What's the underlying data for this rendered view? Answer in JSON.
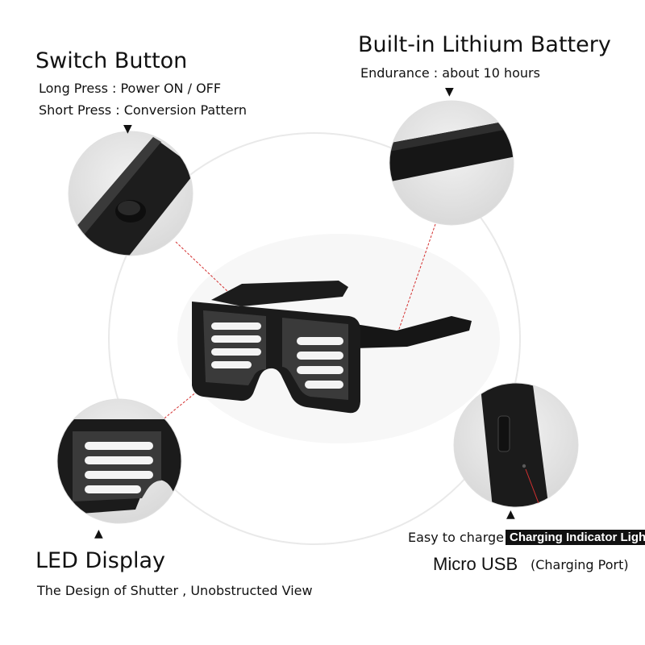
{
  "switch_button": {
    "title": "Switch Button",
    "long_press": "Long Press :  Power ON / OFF",
    "short_press": "Short Press :  Conversion Pattern"
  },
  "battery": {
    "title": "Built-in Lithium Battery",
    "endurance": "Endurance :  about 10 hours"
  },
  "led_display": {
    "title": "LED Display",
    "description": "The Design of Shutter , Unobstructed View"
  },
  "charging": {
    "easy_to_charge": "Easy to charge",
    "indicator_badge": "Charging Indicator Light",
    "micro_usb": "Micro USB",
    "charging_port": "(Charging Port)"
  },
  "markers": {
    "down": "▼",
    "up": "▲"
  },
  "colors": {
    "frame": "#1b1b1b",
    "lens": "#3a3a3a",
    "led": "#f4f4f4",
    "leader_line": "#d43030",
    "circle_ring": "#e9e9e9",
    "zoom_bg": "#e8e8e8"
  }
}
